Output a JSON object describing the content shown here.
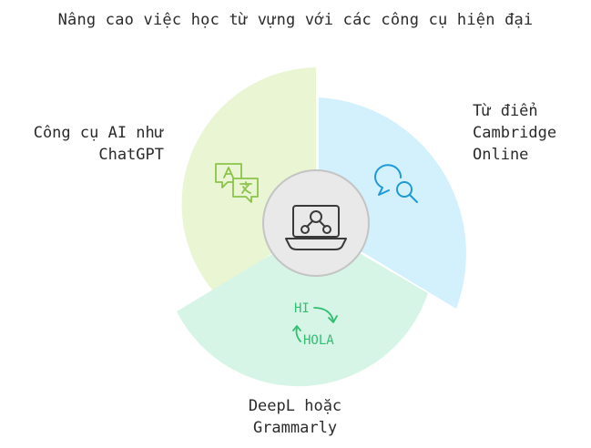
{
  "title": "Nâng cao việc học từ vựng với các công cụ hiện đại",
  "segments": [
    {
      "id": "ai",
      "label_lines": [
        "Công cụ AI như",
        "ChatGPT"
      ],
      "fill": "#e9f5d3",
      "icon": "translate-icon",
      "icon_color": "#8bc34a"
    },
    {
      "id": "dictionary",
      "label_lines": [
        "Từ điển",
        "Cambridge",
        "Online"
      ],
      "fill": "#d3f0fd",
      "icon": "chat-search-icon",
      "icon_color": "#1e9ad6"
    },
    {
      "id": "deepl",
      "label_lines": [
        "DeepL hoặc",
        "Grammarly"
      ],
      "fill": "#d6f5e6",
      "icon": "hi-hola-translate-icon",
      "icon_color": "#2fbf71",
      "icon_text": {
        "hi": "HI",
        "hola": "HOLA"
      }
    }
  ],
  "center": {
    "icon": "laptop-network-icon",
    "fill": "#e9e9e9",
    "stroke": "#bdbdbd"
  }
}
